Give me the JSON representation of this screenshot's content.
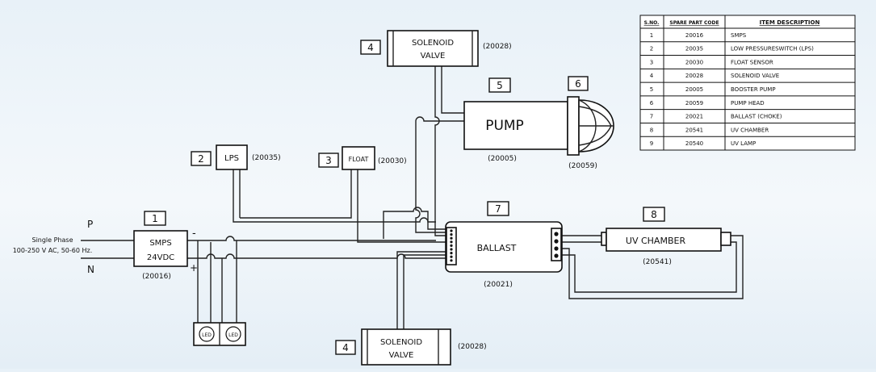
{
  "table": {
    "headers": [
      "S.NO.",
      "SPARE PART CODE",
      "ITEM DESCRIPTION"
    ],
    "rows": [
      [
        "1",
        "20016",
        "SMPS"
      ],
      [
        "2",
        "20035",
        "LOW PRESSURESWITCH (LPS)"
      ],
      [
        "3",
        "20030",
        "FLOAT SENSOR"
      ],
      [
        "4",
        "20028",
        "SOLENOID VALVE"
      ],
      [
        "5",
        "20005",
        "BOOSTER PUMP"
      ],
      [
        "6",
        "20059",
        "PUMP HEAD"
      ],
      [
        "7",
        "20021",
        "BALLAST (CHOKE)"
      ],
      [
        "8",
        "20541",
        "UV CHAMBER"
      ],
      [
        "9",
        "20540",
        "UV LAMP"
      ]
    ]
  },
  "supply": {
    "p_label": "P",
    "n_label": "N",
    "line1": "Single Phase",
    "line2": "100-250 V AC, 50-60 Hz."
  },
  "components": {
    "smps": {
      "num": "1",
      "line1": "SMPS",
      "line2": "24VDC",
      "code": "(20016)",
      "minus": "-",
      "plus": "+"
    },
    "lps": {
      "num": "2",
      "label": "LPS",
      "code": "(20035)"
    },
    "float": {
      "num": "3",
      "label": "FLOAT",
      "code": "(20030)"
    },
    "solenoid_top": {
      "num": "4",
      "line1": "SOLENOID",
      "line2": "VALVE",
      "code": "(20028)"
    },
    "pump": {
      "num": "5",
      "label": "PUMP",
      "code": "(20005)"
    },
    "pump_head": {
      "num": "6",
      "code": "(20059)"
    },
    "ballast": {
      "num": "7",
      "label": "BALLAST",
      "code": "(20021)"
    },
    "uv_chamber": {
      "num": "8",
      "label": "UV CHAMBER",
      "code": "(20541)"
    },
    "solenoid_bottom": {
      "num": "4",
      "line1": "SOLENOID",
      "line2": "VALVE",
      "code": "(20028)"
    },
    "led1": "LED",
    "led2": "LED"
  },
  "colors": {
    "line": "#222222",
    "background": "#eaf2f8"
  }
}
